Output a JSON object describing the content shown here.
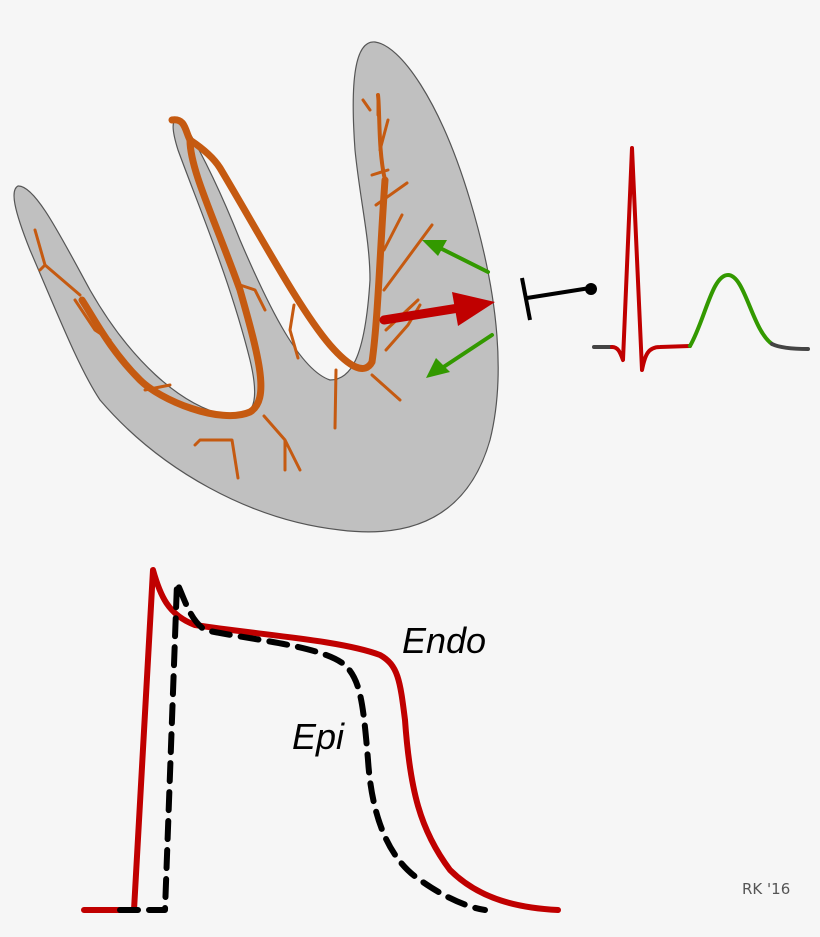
{
  "diagram": {
    "heart": {
      "wall_fill": "#c0c0c0",
      "wall_stroke": "#555555",
      "vessel_color": "#c55a11",
      "main_vector_color": "#c00000",
      "side_vector_color": "#339900"
    },
    "electrode": {
      "color": "#000000"
    },
    "ecg": {
      "baseline_color": "#444444",
      "qrs_color": "#c00000",
      "t_wave_color": "#339900"
    },
    "action_potentials": {
      "endo": {
        "label": "Endo",
        "color": "#c00000",
        "style": "solid"
      },
      "epi": {
        "label": "Epi",
        "color": "#000000",
        "style": "dashed"
      }
    },
    "credit": "RK '16"
  }
}
